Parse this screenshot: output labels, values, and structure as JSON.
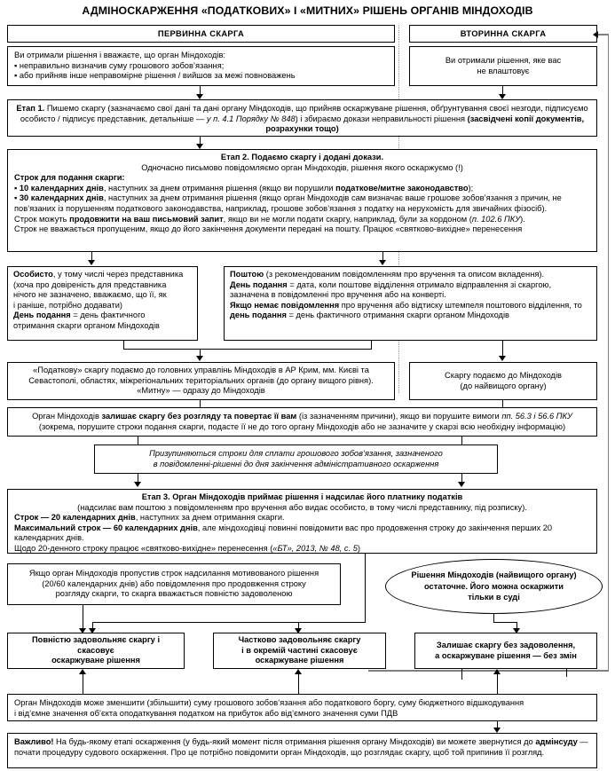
{
  "diagram": {
    "title": "АДМІНОСКАРЖЕННЯ «ПОДАТКОВИХ» І «МИТНИХ» РІШЕНЬ ОРГАНІВ МІНДОХОДІВ",
    "columns": {
      "primary_header": "ПЕРВИННА СКАРГА",
      "secondary_header": "ВТОРИННА СКАРГА"
    },
    "nodes": {
      "primary_intro_line1": "Ви отримали рішення і вважаєте, що орган Міндоходів:",
      "primary_intro_b1": "▪ неправильно визначив суму грошового зобов’язання;",
      "primary_intro_b2": "▪ або прийняв інше неправомірне рішення / вийшов за межі повноважень",
      "secondary_intro_line1": "Ви отримали рішення, яке вас",
      "secondary_intro_line2": "не влаштовує",
      "stage1_label": "Етап 1.",
      "stage1_text_a": " Пишемо скаргу (зазначаємо свої дані та дані органу Міндоходів, що прийняв оскаржуване рішення, обґрунтування своєї незгоди, підписуємо особисто / підписує представник, детальніше — ",
      "stage1_text_italic": "у п. 4.1 Порядку № 848",
      "stage1_text_b": ") і збираємо докази неправильності рішення ",
      "stage1_text_bold_tail": "(засвідчені копії документів, розрахунки тощо)",
      "stage2_title": "Етап 2. Подаємо скаргу і додані докази.",
      "stage2_subtitle": "Одночасно письмово повідомляємо орган Міндоходів, рішення якого оскаржуємо (!)",
      "stage2_term_head": "Строк для подання скарги:",
      "stage2_b1_bold": "▪ 10 календарних днів",
      "stage2_b1_rest": ", наступних за днем отримання рішення (якщо ви порушили ",
      "stage2_b1_bold2": "податкове/митне законодавство",
      "stage2_b1_tail": ");",
      "stage2_b2_bold": "▪ 30 календарних днів",
      "stage2_b2_rest": ", наступних за днем отримання рішення (якщо орган Міндоходів сам визначає ваше грошове зобов’язання з причин, не пов’язаних із порушенням податкового законодавства, наприклад, грошове зобов’язання з податку на нерухомість для звичайних фізосіб).",
      "stage2_p3_a": "Строк можуть ",
      "stage2_p3_bold": "продовжити на ваш письмовий запит",
      "stage2_p3_b": ", якщо ви не могли подати скаргу, наприклад, були за кордоном (",
      "stage2_p3_italic": "п. 102.6 ПКУ",
      "stage2_p3_c": ").",
      "stage2_p4": "Строк не вважається пропущеним, якщо до його закінчення документи передані на пошту. Працює «святково-вихідне» перенесення",
      "personal_bold1": "Особисто",
      "personal_rest1": ", у тому числі через представника",
      "personal_l2": "(хоча про довіреність для представника",
      "personal_l3": "нічого не зазначено, вважаємо, що її, як",
      "personal_l4": "і раніше, потрібно додавати)",
      "personal_bold2": "День подання",
      "personal_rest2": " = день фактичного",
      "personal_l6": "отримання скарги органом Міндоходів",
      "post_bold1": "Поштою",
      "post_rest1": " (з рекомендованим повідомленням про вручення та описом вкладення).",
      "post_bold2": "День подання",
      "post_rest2": " = дата, коли поштове відділення отримало відправлення зі скаргою, зазначена в повідомленні про вручення або на конверті.",
      "post_bold3": "Якщо немає повідомлення",
      "post_rest3": " про вручення або відтиску штемпеля поштового відділення, то ",
      "post_bold4": "день подання",
      "post_rest4": " = день фактичного отримання скарги органом Міндоходів",
      "tax_l1": "«Податкову» скаргу подаємо до головних управлінь Міндоходів в АР Крим, мм. Києві та",
      "tax_l2": "Севастополі, областях, міжрегіональних територіальних органів (до органу вищого рівня).",
      "tax_l3": "«Митну» — одразу до Міндоходів",
      "highest_l1": "Скаргу подаємо до Міндоходів",
      "highest_l2": "(до найвищого органу)",
      "leave_a": "Орган Міндоходів ",
      "leave_bold": "залишає скаргу без розгляду та повертає її вам",
      "leave_b": " (із зазначенням причини), якщо ви порушите вимоги ",
      "leave_italic": "пп. 56.3 і 56.6 ПКУ",
      "leave_c": "(зокрема, порушите строки подання скарги, подасте її не до того органу Міндоходів або не зазначите у скарзі всю необхідну інформацію)",
      "suspend_l1": "Призупиняються строки для сплати грошового зобов’язання, зазначеного",
      "suspend_l2": "в повідомленні-рішенні до дня закінчення адміністративного оскарження",
      "stage3_title": "Етап 3. Орган Міндоходів приймає рішення і надсилає його платнику податків",
      "stage3_sub": "(надсилає вам поштою з повідомленням про вручення або видає особисто, в тому числі представнику, під розписку).",
      "stage3_b1_bold": "Строк — 20 календарних днів",
      "stage3_b1_rest": ", наступних за днем отримання скарги.",
      "stage3_b2_bold": "Максимальний строк — 60 календарних днів",
      "stage3_b2_rest": ", але міндоходівці повинні повідомити вас про продовження строку до закінчення перших 20 календарних днів.",
      "stage3_b3_a": "Щодо 20-денного строку працює «святково-вихідне» перенесення (",
      "stage3_b3_italic": "«БТ», 2013, № 48, с. 5",
      "stage3_b3_b": ")",
      "missed_l1": "Якщо орган Міндоходів пропустив строк надсилання мотивованого рішення",
      "missed_l2": "(20/60 календарних днів) або повідомлення про продовження строку",
      "missed_l3": "розгляду скарги, то скарга вважається повністю задоволеною",
      "final_l1": "Рішення Міндоходів (найвищого органу)",
      "final_l2": "остаточне. Його можна оскаржити",
      "final_l3": "тільки в суді",
      "result_full_l1": "Повністю задовольняє скаргу і скасовує",
      "result_full_l2": "оскаржуване рішення",
      "result_part_l1": "Частково задовольняє скаргу",
      "result_part_l2": "і в окремій частині скасовує",
      "result_part_l3": "оскаржуване рішення",
      "result_none_l1": "Залишає скаргу без задоволення,",
      "result_none_l2": "а оскаржуване рішення — без змін",
      "adjust_l1": "Орган Міндоходів може зменшити (збільшити) суму грошового зобов’язання або податкового боргу, суму бюджетного відшкодування",
      "adjust_l2": "і від’ємне значення об’єкта оподаткування податком на прибуток або від’ємного значення суми ПДВ",
      "important_bold": "Важливо!",
      "important_a": " На будь-якому етапі оскарження (у будь-який момент після отримання рішення органу Міндоходів) ви можете звернутися до ",
      "important_bold2": "адмінсуду",
      "important_b": " — почати процедуру судового оскарження. Про це потрібно повідомити орган Міндоходів, що розглядає скаргу, щоб той припинив її розгляд."
    },
    "colors": {
      "border": "#000000",
      "background": "#ffffff",
      "divider": "#9a9a9a",
      "loop_line": "#808080"
    }
  }
}
